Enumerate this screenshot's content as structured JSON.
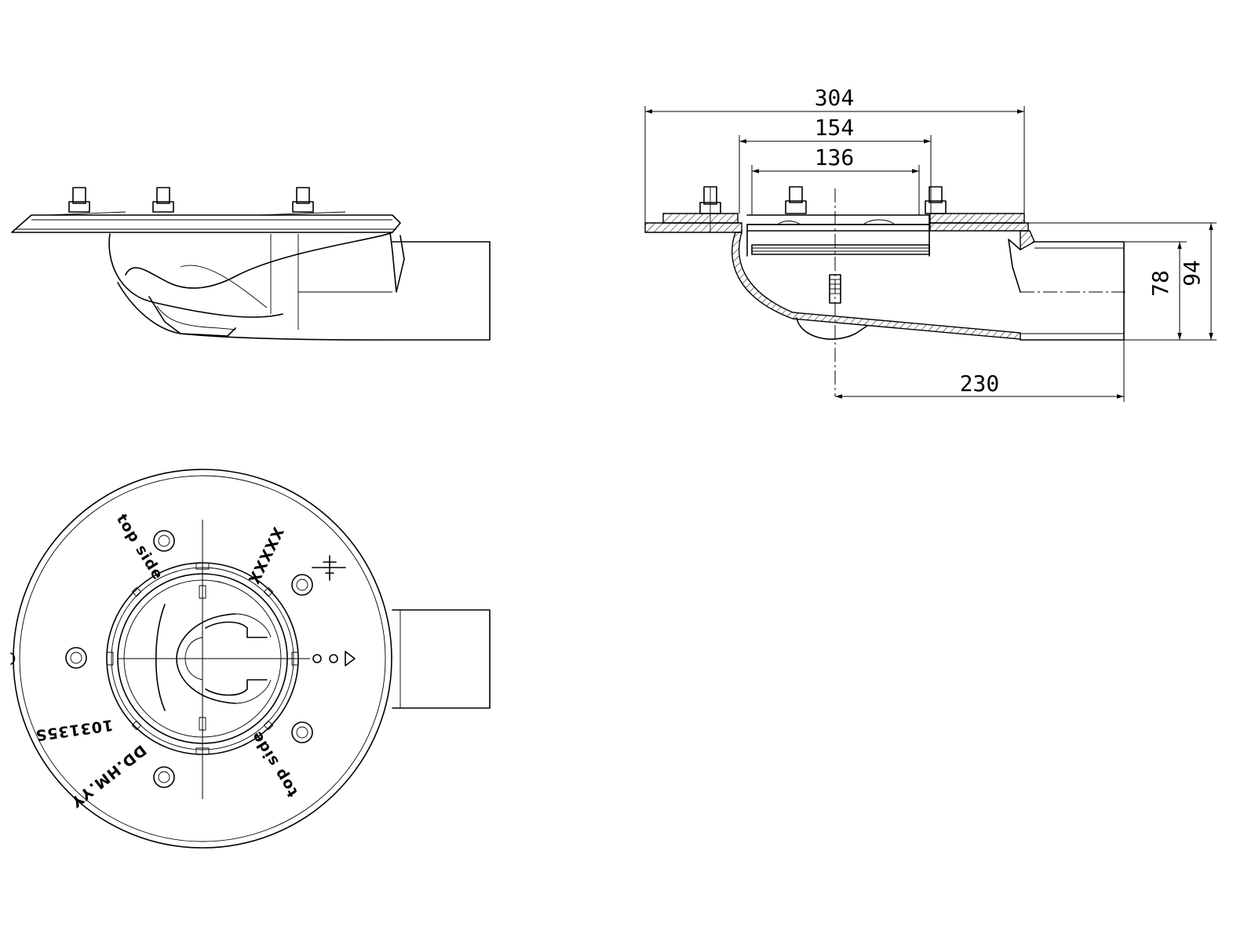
{
  "dimensions": {
    "overall_width": "304",
    "flange_width": "154",
    "grate_width": "136",
    "outlet_length": "230",
    "outlet_center_height": "78",
    "overall_height": "94"
  },
  "plan_labels": {
    "top_side_upper": "top side",
    "top_side_lower": "top side",
    "code_mark": "XXXXX",
    "serial_number": "103135S",
    "model": "DD.HM.YY",
    "ground_symbol": "⏚"
  },
  "colors": {
    "line": "#000000",
    "background": "#ffffff"
  }
}
